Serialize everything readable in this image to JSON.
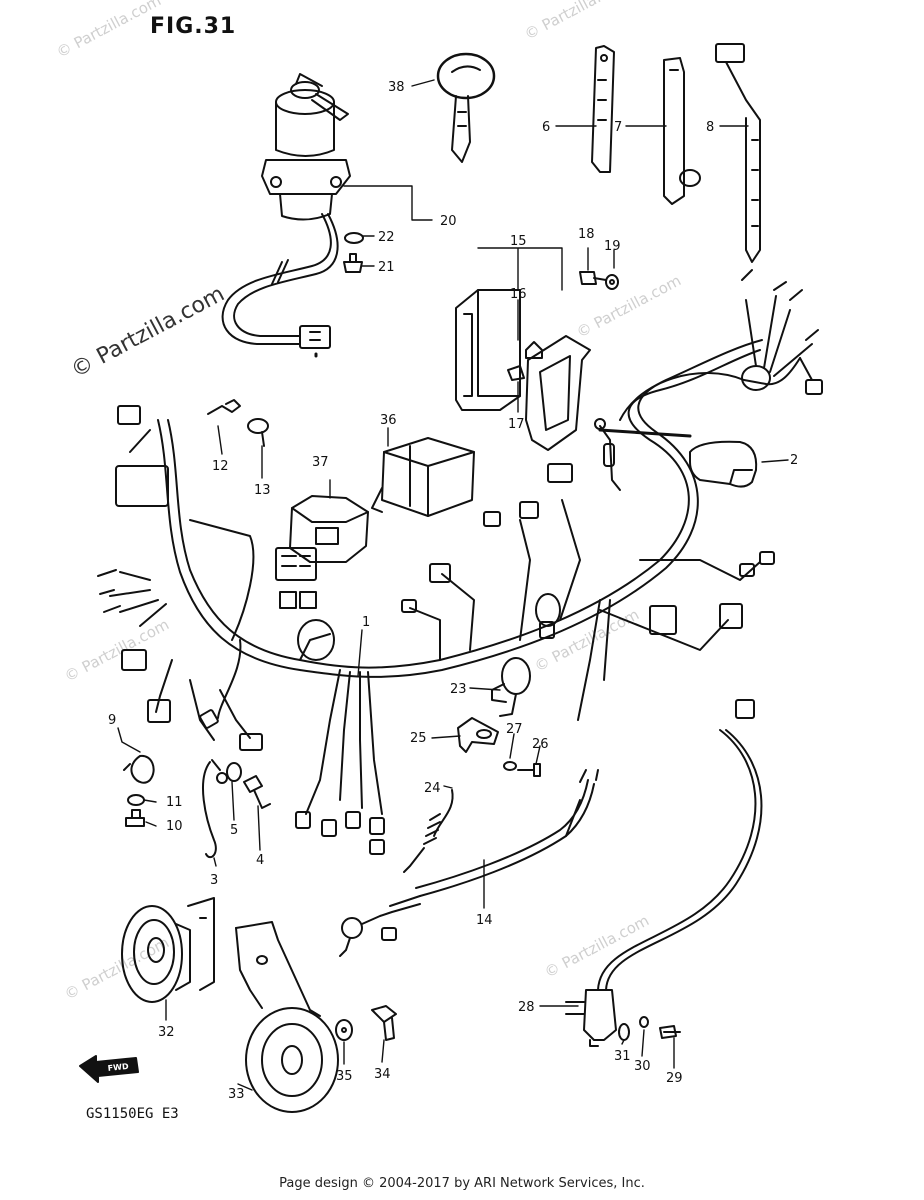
{
  "figure": {
    "title": "FIG.31",
    "model": "GS1150EG  E3"
  },
  "watermark": {
    "text": "© Partzilla.com"
  },
  "footer": {
    "text": "Page design © 2004-2017 by ARI Network Services, Inc."
  },
  "forward_marker": {
    "text": "FWD"
  },
  "callouts": [
    "1",
    "2",
    "3",
    "4",
    "5",
    "6",
    "7",
    "8",
    "9",
    "10",
    "11",
    "12",
    "13",
    "14",
    "15",
    "16",
    "17",
    "18",
    "19",
    "20",
    "21",
    "22",
    "23",
    "24",
    "25",
    "26",
    "27",
    "28",
    "29",
    "30",
    "31",
    "32",
    "33",
    "34",
    "35",
    "36",
    "37",
    "38"
  ]
}
